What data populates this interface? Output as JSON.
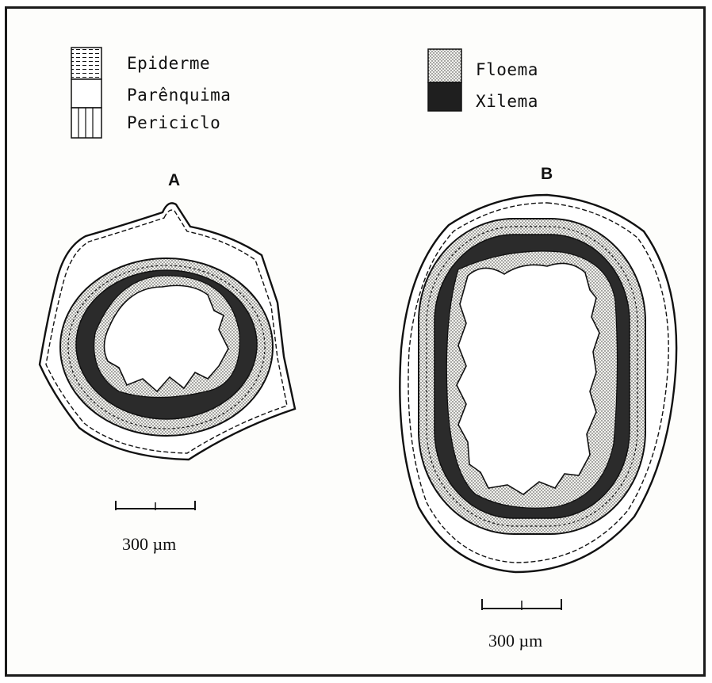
{
  "legend": {
    "left": [
      "Epiderme",
      "Parênquima",
      "Periciclo"
    ],
    "right": [
      "Floema",
      "Xilema"
    ]
  },
  "panels": {
    "a": {
      "label": "A",
      "scale": "300 µm"
    },
    "b": {
      "label": "B",
      "scale": "300 µm"
    }
  },
  "colors": {
    "ink": "#111111",
    "xilema": "#2a2a2a",
    "floema": "#e6e6e2",
    "background": "#fdfdfb"
  },
  "icons": {
    "epiderme": "dashed-hatch-swatch",
    "parenquima": "empty-swatch",
    "periciclo": "vertical-hatch-swatch",
    "floema": "stippled-swatch",
    "xilema": "solid-dark-swatch"
  }
}
